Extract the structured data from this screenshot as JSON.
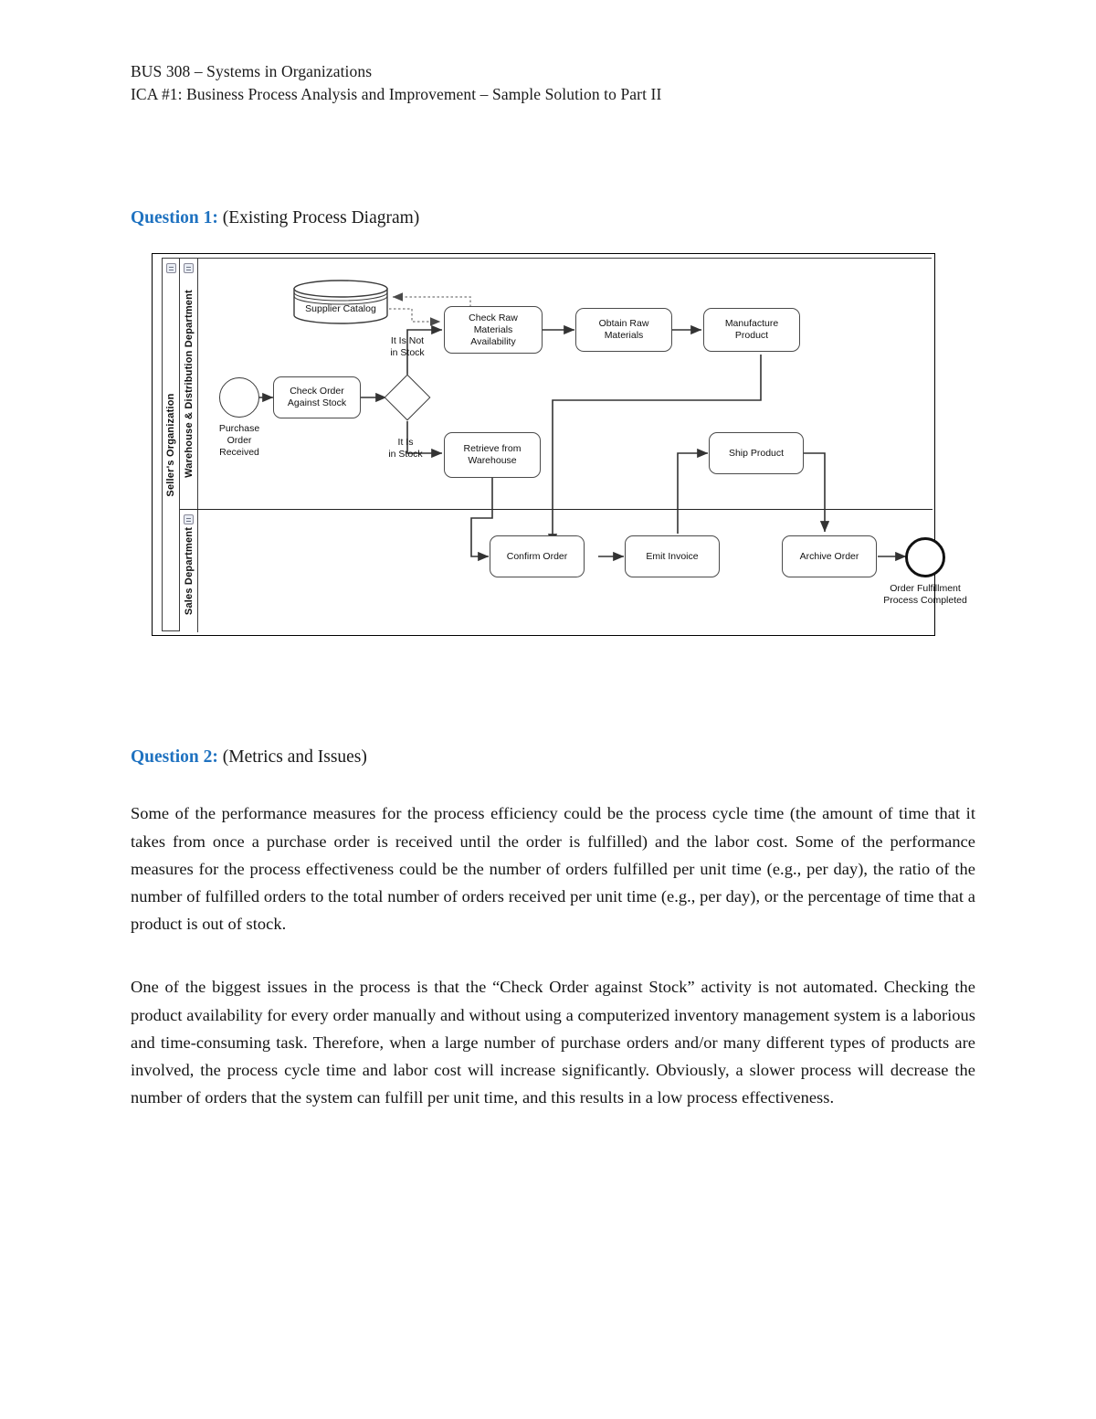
{
  "document": {
    "header_line_1": "BUS 308 – Systems in Organizations",
    "header_line_2": "ICA #1: Business Process Analysis and Improvement – Sample Solution to Part II"
  },
  "accent_color": "#1f72c0",
  "questions": [
    {
      "label": "Question 1:",
      "subtitle": "(Existing Process Diagram)"
    },
    {
      "label": "Question 2:",
      "subtitle": "(Metrics and Issues)",
      "paragraphs": [
        "Some of the performance measures for the process efficiency could be the process cycle time (the amount of time that it takes from once a purchase order is received until the order is fulfilled) and the labor cost. Some of the performance measures for the process effectiveness could be the number of orders fulfilled per unit time (e.g., per day), the ratio of the number of fulfilled orders to the total number of orders received per unit time (e.g., per day), or the percentage of time that a product is out of stock.",
        "One of the biggest issues in the process is that the “Check Order against Stock” activity is not automated. Checking the product availability for every order manually and without using a computerized inventory management system is a laborious and time-consuming task. Therefore, when a large number of purchase orders and/or many different types of products are involved, the process cycle time and labor cost will increase significantly. Obviously, a slower process will decrease the number of orders that the system can fulfill per unit time, and this results in a low process effectiveness."
      ]
    }
  ],
  "diagram": {
    "pool": {
      "name": "Seller's Organization"
    },
    "lanes": [
      {
        "name": "Warehouse & Distribution Department"
      },
      {
        "name": "Sales Department"
      }
    ],
    "datastores": [
      {
        "name": "Supplier Catalog"
      }
    ],
    "events": [
      {
        "type": "start",
        "name": "Purchase\nOrder\nReceived"
      },
      {
        "type": "end",
        "name": "Order Fulfillment\nProcess Completed"
      }
    ],
    "gateway_labels": [
      {
        "name": "It Is Not\nin Stock"
      },
      {
        "name": "It Is\nin Stock"
      }
    ],
    "tasks": [
      {
        "name": "Check Order\nAgainst Stock"
      },
      {
        "name": "Check Raw\nMaterials\nAvailability"
      },
      {
        "name": "Obtain Raw\nMaterials"
      },
      {
        "name": "Manufacture\nProduct"
      },
      {
        "name": "Retrieve from\nWarehouse"
      },
      {
        "name": "Ship Product"
      },
      {
        "name": "Confirm Order"
      },
      {
        "name": "Emit Invoice"
      },
      {
        "name": "Archive Order"
      }
    ]
  }
}
